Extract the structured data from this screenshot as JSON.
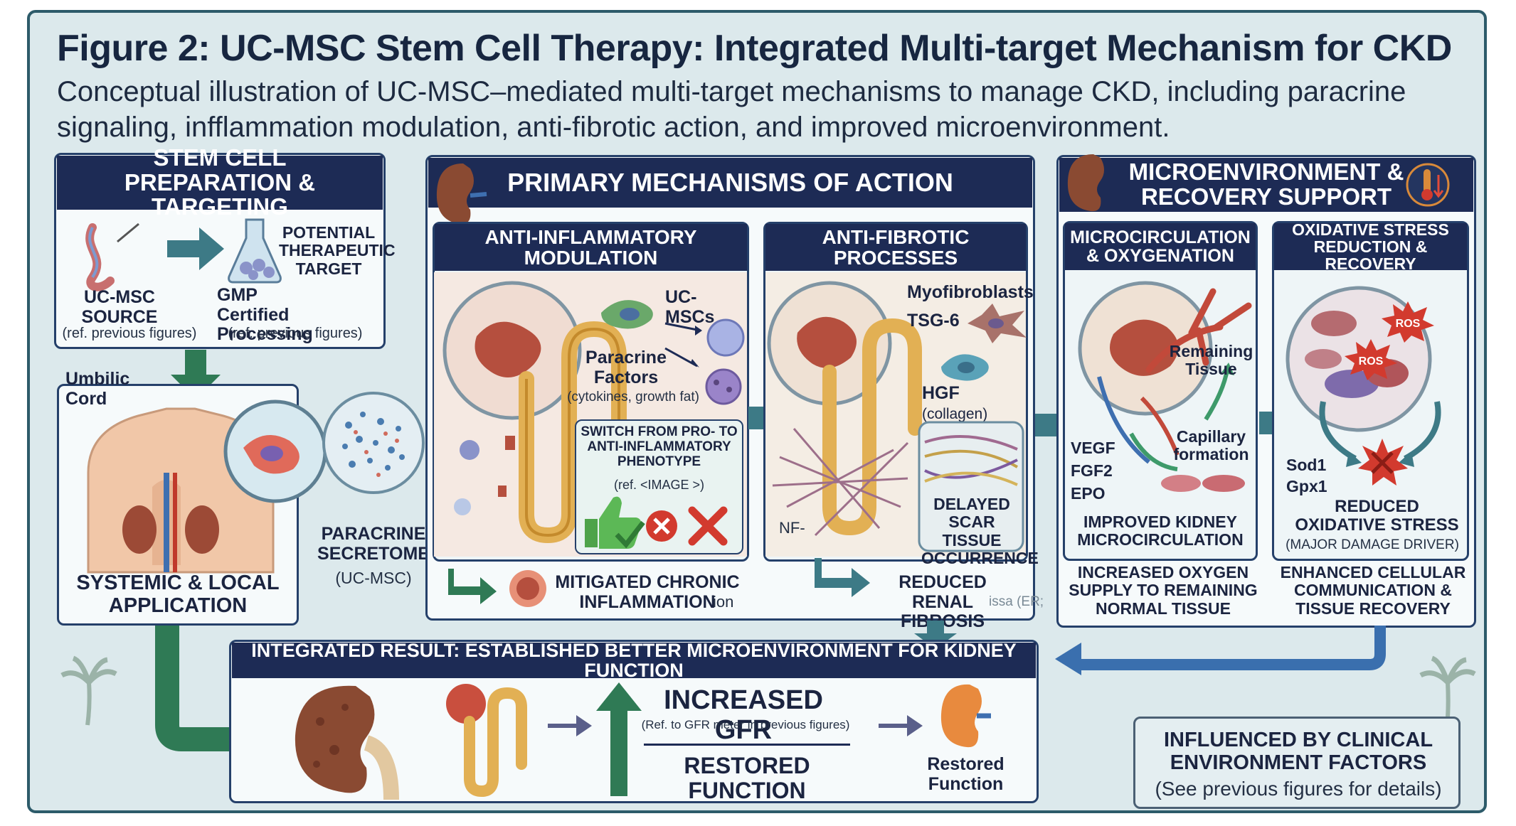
{
  "figure": {
    "title": "Figure 2: UC-MSC Stem Cell Therapy: Integrated Multi-target Mechanism for CKD",
    "subtitle": "Conceptual illustration of UC-MSC–mediated multi-target mechanisms to manage CKD, including paracrine signaling, infflammation modulation, anti-fibrotic action, and improved microenvironment."
  },
  "prep": {
    "header": "STEM CELL PREPARATION & TARGETING",
    "source_label": "UC-MSC SOURCE",
    "source_ref": "(ref. previous figures)",
    "target_label": "POTENTIAL THERAPEUTIC TARGET",
    "gmp_label": "GMP Certified Processing",
    "gmp_ref": "(ref. previous figures)",
    "umbilical_label": "Umbilic Cord",
    "application_label": "SYSTEMIC & LOCAL APPLICATION",
    "secretome_label": "PARACRINE SECRETOME",
    "secretome_sub": "(UC-MSC)"
  },
  "mechanisms": {
    "header": "PRIMARY MECHANISMS OF ACTION",
    "anti_inflammatory": {
      "header": "ANTI-INFLAMMATORY MODULATION",
      "ucmsc_label": "UC-MSCs",
      "paracrine_label": "Paracrine Factors",
      "paracrine_sub": "(cytokines, growth fat)",
      "switch_title": "SWITCH FROM PRO- TO ANTI-INFLAMMATORY PHENOTYPE",
      "switch_ref": "(ref. <IMAGE >)",
      "result": "MITIGATED CHRONIC INFLAMMATION",
      "result_suffix": "ion"
    },
    "anti_fibrotic": {
      "header": "ANTI-FIBROTIC PROCESSES",
      "myofibroblasts_label": "Myofibroblasts",
      "tsg_label": "TSG-6",
      "hgf_label": "HGF",
      "hgf_sub": "(collagen)",
      "nf_label": "NF-",
      "delayed_label": "DELAYED SCAR TISSUE OCCURRENCE",
      "result": "REDUCED RENAL FIBROSIS",
      "result_suffix": "issa (ER;"
    }
  },
  "microenvironment": {
    "header": "MICROENVIRONMENT & RECOVERY SUPPORT",
    "microcirculation": {
      "header": "MICROCIRCULATION & OXYGENATION",
      "remaining_label": "Remaining Tissue",
      "capillary_label": "Capillary formation",
      "factors": [
        "VEGF",
        "FGF2",
        "EPO"
      ],
      "improved_label": "IMPROVED KIDNEY MICROCIRCULATION",
      "result": "INCREASED OXYGEN SUPPLY TO REMAINING NORMAL TISSUE"
    },
    "oxidative": {
      "header": "OXIDATIVE STRESS REDUCTION & RECOVERY",
      "ros_label": "ROS",
      "enzymes": [
        "Sod1",
        "Gpx1"
      ],
      "reduced_label": "REDUCED OXIDATIVE STRESS",
      "reduced_sub": "(MAJOR DAMAGE DRIVER)",
      "result": "ENHANCED CELLULAR COMMUNICATION & TISSUE RECOVERY"
    }
  },
  "integrated": {
    "header": "INTEGRATED RESULT: ESTABLISHED BETTER MICROENVIRONMENT FOR KIDNEY FUNCTION",
    "gfr_label": "INCREASED GFR",
    "gfr_ref": "(Ref. to GFR meter in previous figures)",
    "restored_label": "RESTORED FUNCTION",
    "restored_small": "Restored Function"
  },
  "clinical": {
    "title": "INFLUENCED BY CLINICAL ENVIRONMENT FACTORS",
    "sub": "(See previous figures for details)"
  },
  "colors": {
    "navy": "#1d2b55",
    "teal_arrow": "#3d7a86",
    "green_arrow": "#2f7a55",
    "blue_arrow": "#3a6fae",
    "kidney": "#8a4a32",
    "ros": "#d23a2e"
  }
}
